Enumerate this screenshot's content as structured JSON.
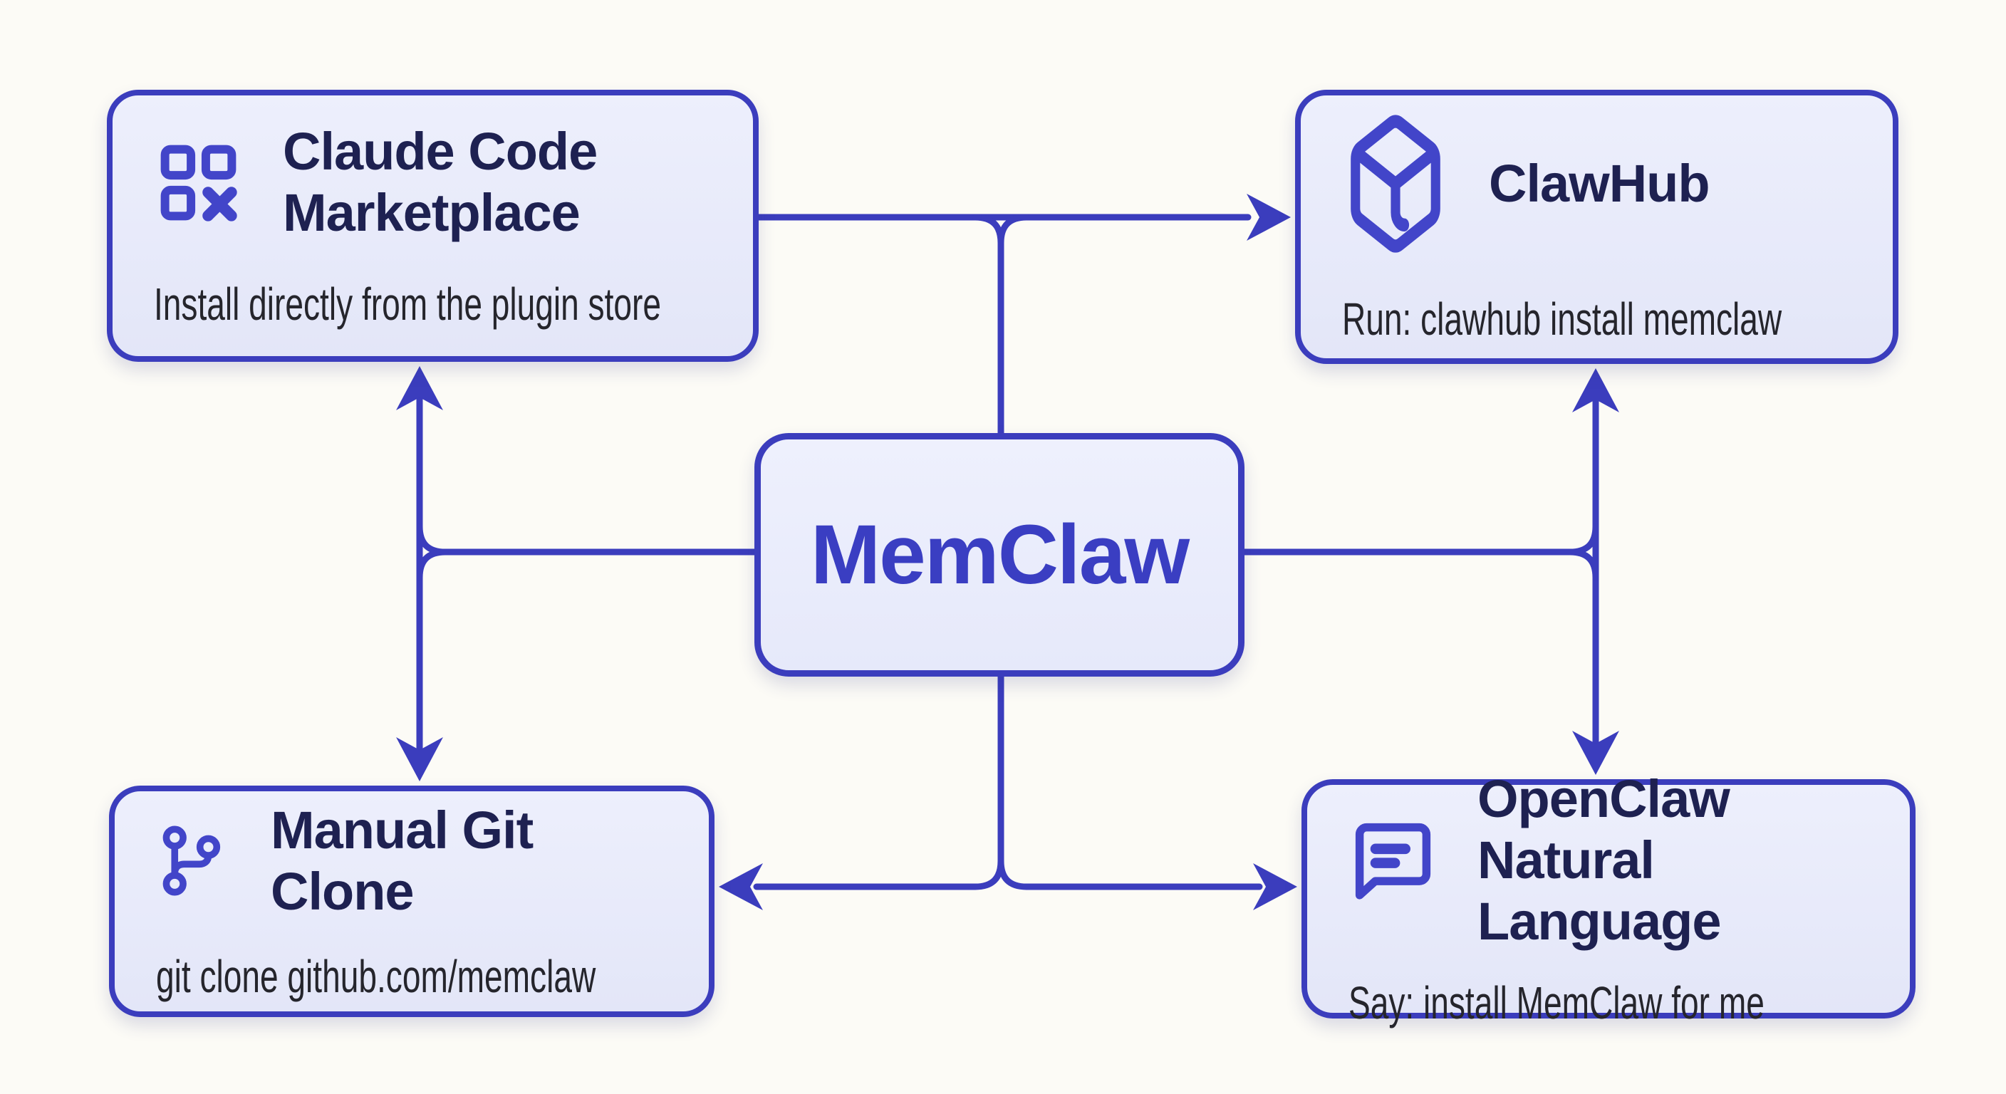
{
  "diagram": {
    "center": {
      "label": "MemClaw"
    },
    "nodes": {
      "marketplace": {
        "title": "Claude Code\nMarketplace",
        "subtitle": "Install directly from the plugin store",
        "icon": "grid-x-icon"
      },
      "clawhub": {
        "title": "ClawHub",
        "subtitle": "Run: clawhub install memclaw",
        "icon": "package-icon"
      },
      "git": {
        "title": "Manual Git Clone",
        "subtitle": "git clone github.com/memclaw",
        "icon": "git-branch-icon"
      },
      "openclaw": {
        "title": "OpenClaw\nNatural Language",
        "subtitle": "Say: install MemClaw for me",
        "icon": "message-square-icon"
      }
    },
    "connectors": [
      "line from Claude Code Marketplace joined by MemClaw top branch, arrow into ClawHub",
      "double-headed vertical arrow between Claude Code Marketplace and Manual Git Clone, joined from MemClaw left",
      "double-headed vertical arrow between ClawHub and OpenClaw Natural Language, joined from MemClaw right",
      "line from MemClaw bottom splitting into arrow into Manual Git Clone and arrow into OpenClaw Natural Language"
    ],
    "colors": {
      "line": "#3b3dbd",
      "node_fill": "#e8ebfa",
      "title_text": "#1e2151",
      "subtitle_text": "#25252c",
      "center_text": "#3a3ec2",
      "background": "#fcfbf6"
    }
  }
}
